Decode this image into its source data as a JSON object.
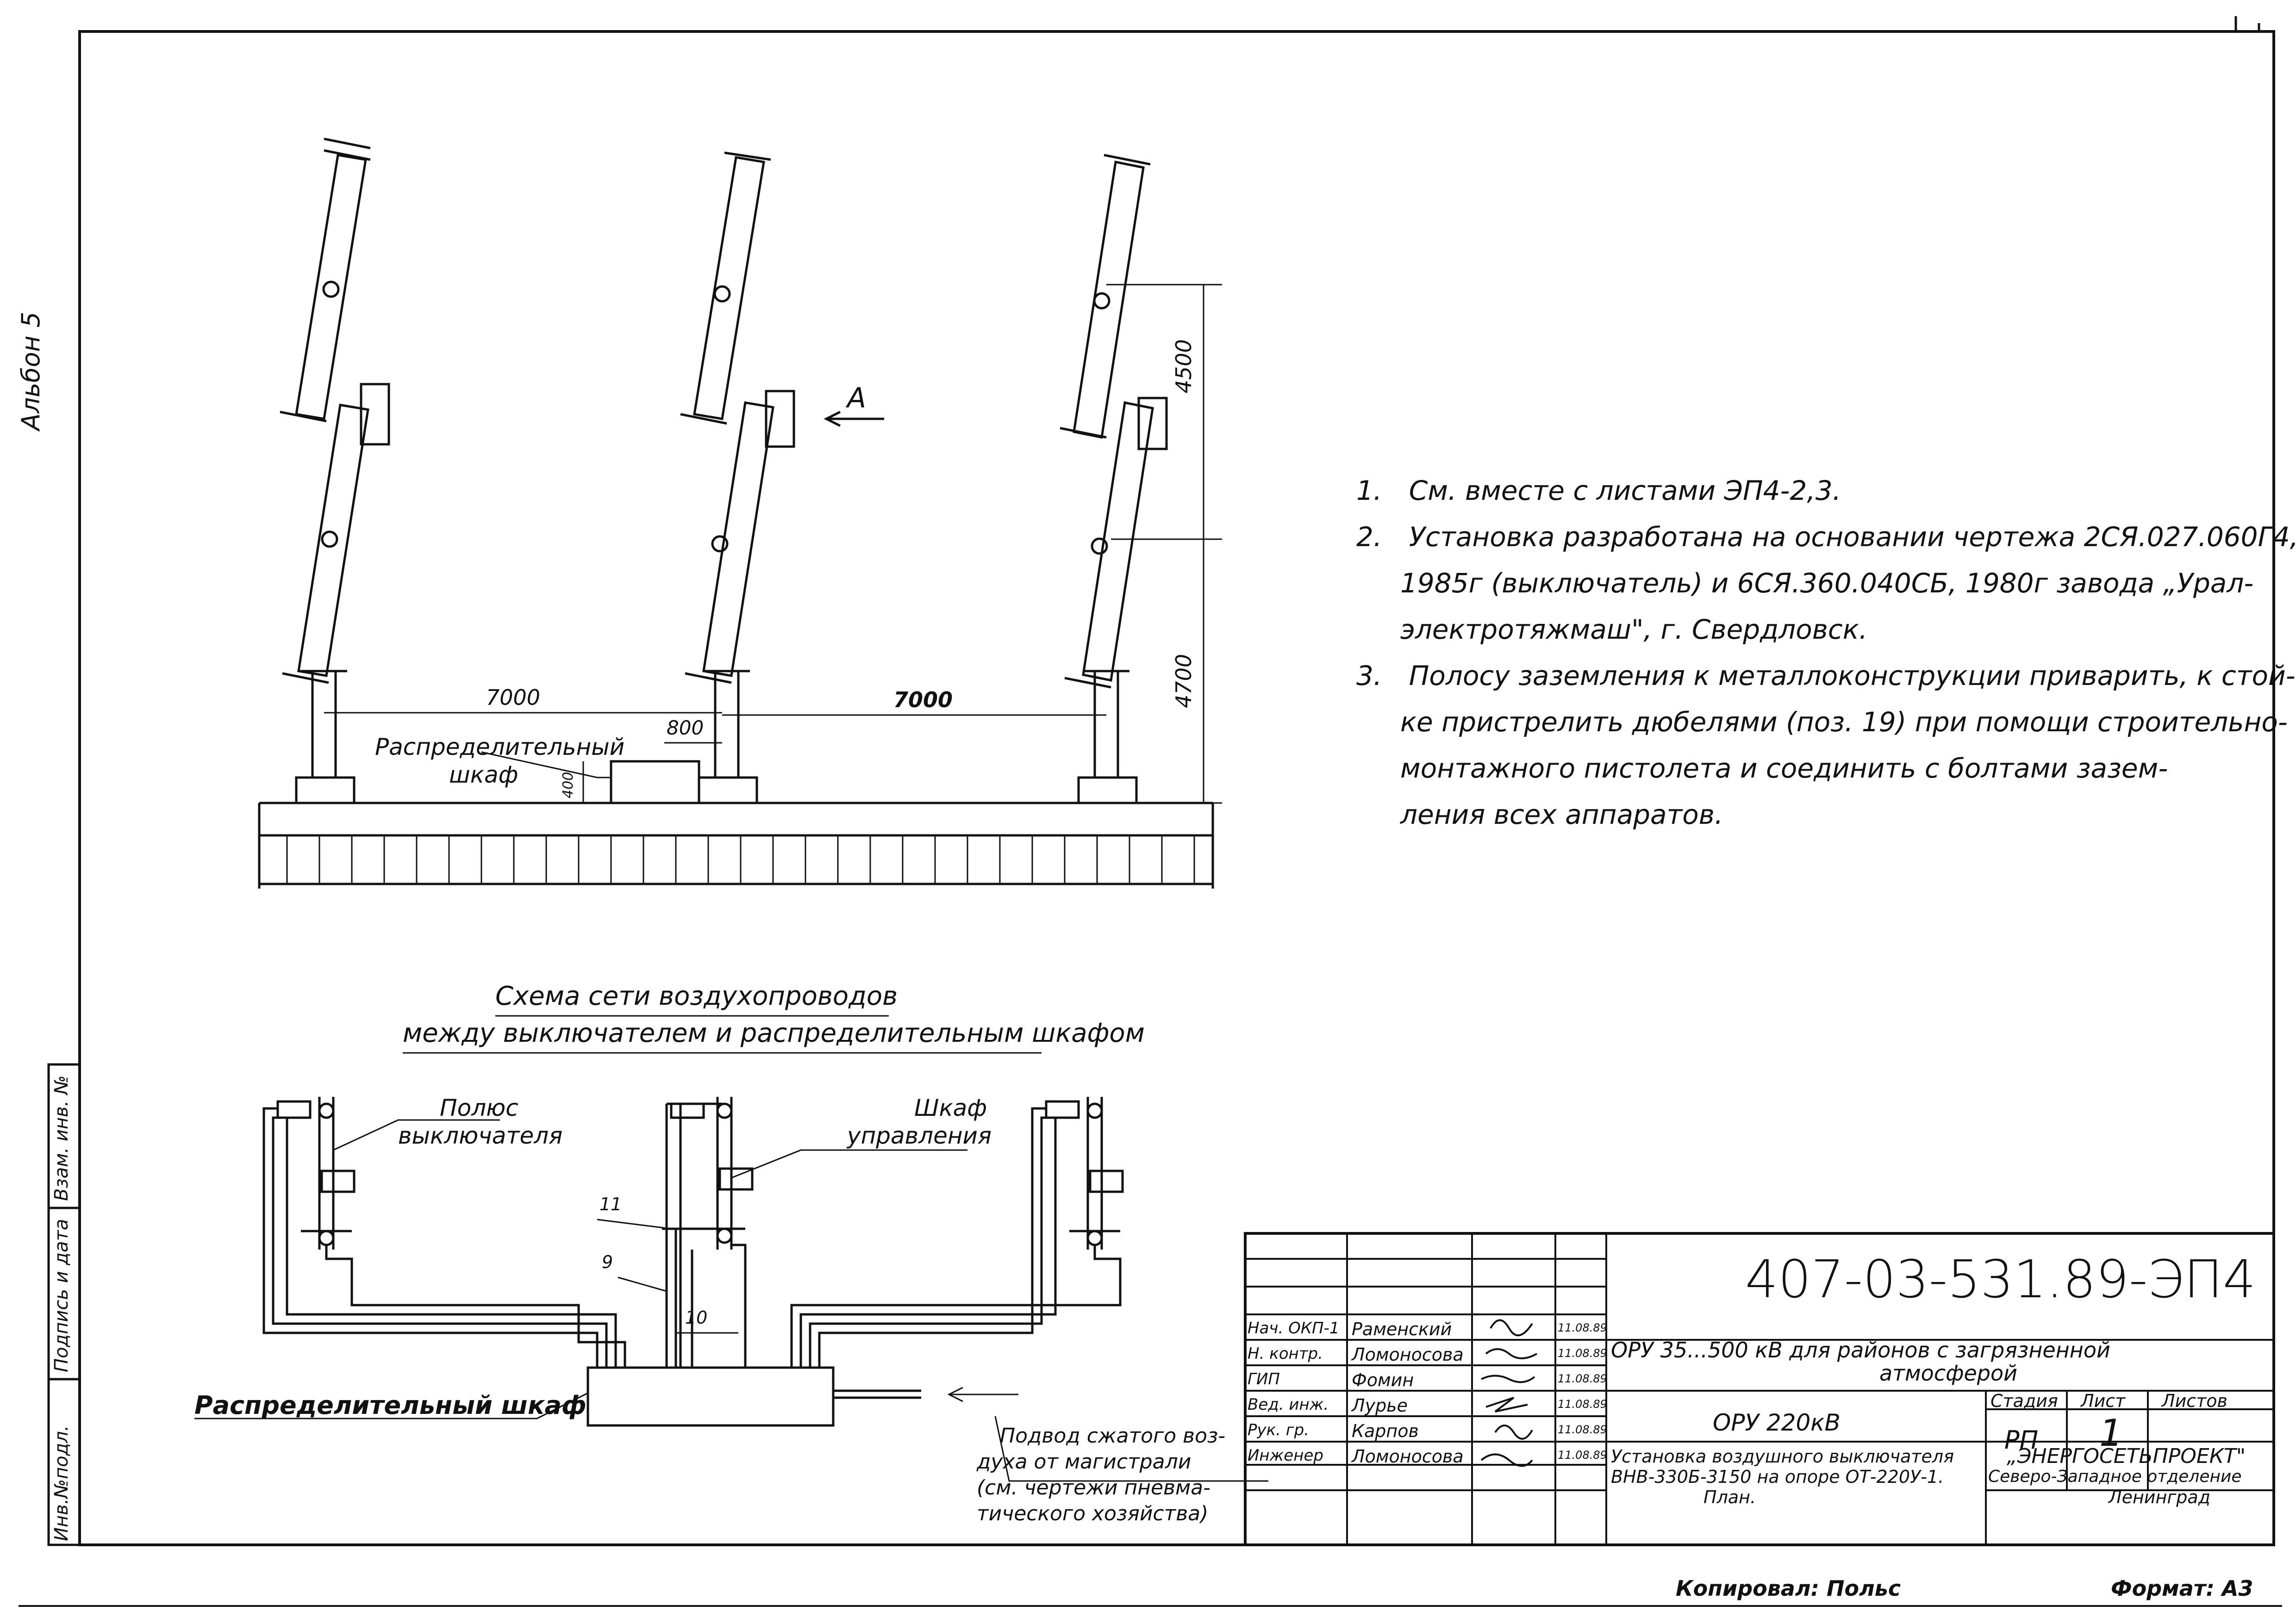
{
  "sheet": {
    "album": "Альбон 5",
    "copied_by": "Копировал: Польс",
    "format": "Формат: А3"
  },
  "elevation": {
    "dimensions": {
      "span_left": "7000",
      "span_right": "7000",
      "offset": "800",
      "height_upper": "4500",
      "height_lower": "4700",
      "cabinet_height": "400"
    },
    "view_label": "А",
    "cabinet_label_1": "Распределительный",
    "cabinet_label_2": "шкаф"
  },
  "notes": [
    {
      "num": "1.",
      "lines": [
        "См. вместе с листами ЭП4-2,3."
      ]
    },
    {
      "num": "2.",
      "lines": [
        "Установка разработана на основании чертежа 2СЯ.027.060Г4,",
        "1985г (выключатель) и 6СЯ.360.040СБ, 1980г завода „Урал-",
        "электротяжмаш\", г. Свердловск."
      ]
    },
    {
      "num": "3.",
      "lines": [
        "Полосу заземления к металлоконструкции приварить, к стой-",
        "ке пристрелить дюбелями (поз. 19) при помощи строительно-",
        "монтажного пистолета и соединить с болтами зазем-",
        "ления всех аппаратов."
      ]
    }
  ],
  "scheme": {
    "title_1": "Схема сети воздухопроводов",
    "title_2": "между выключателем и распределительным шкафом",
    "pole_label_1": "Полюс",
    "pole_label_2": "выключателя",
    "control_label_1": "Шкаф",
    "control_label_2": "управления",
    "pos_11": "11",
    "pos_9": "9",
    "pos_10": "10",
    "dist_cabinet": "Распределительный шкаф",
    "air_supply": [
      "Подвод сжатого воз-",
      "духа от магистрали",
      "(см. чертежи пневма-",
      "тического хозяйства)"
    ]
  },
  "side_stamp": {
    "inv_podl": "Инв.№подл.",
    "sign_date": "Подпись и дата",
    "vzam": "Взам. инв. №"
  },
  "title_block": {
    "doc_number": "407-03-531.89-ЭП4",
    "project_1": "ОРУ 35...500 кВ для районов с загрязненной",
    "project_2": "атмосферой",
    "object": "ОРУ 220кВ",
    "stage_header": "Стадия",
    "sheet_header": "Лист",
    "sheets_header": "Листов",
    "stage": "РП",
    "sheet": "1",
    "sheet_title": [
      "Установка воздушного выключателя",
      "ВНВ-330Б-3150 на опоре ОТ-220У-1.",
      "План."
    ],
    "org": [
      "„ЭНЕРГОСЕТЬПРОЕКТ\"",
      "Северо-Западное отделение",
      "Ленинград"
    ],
    "staff": [
      {
        "role": "Нач. ОКП-1",
        "name": "Раменский",
        "date": "11.08.89"
      },
      {
        "role": "Н. контр.",
        "name": "Ломоносова",
        "date": "11.08.89"
      },
      {
        "role": "ГИП",
        "name": "Фомин",
        "date": "11.08.89"
      },
      {
        "role": "Вед. инж.",
        "name": "Лурье",
        "date": "11.08.89"
      },
      {
        "role": "Рук. гр.",
        "name": "Карпов",
        "date": "11.08.89"
      },
      {
        "role": "Инженер",
        "name": "Ломоносова",
        "date": "11.08.89"
      }
    ]
  }
}
